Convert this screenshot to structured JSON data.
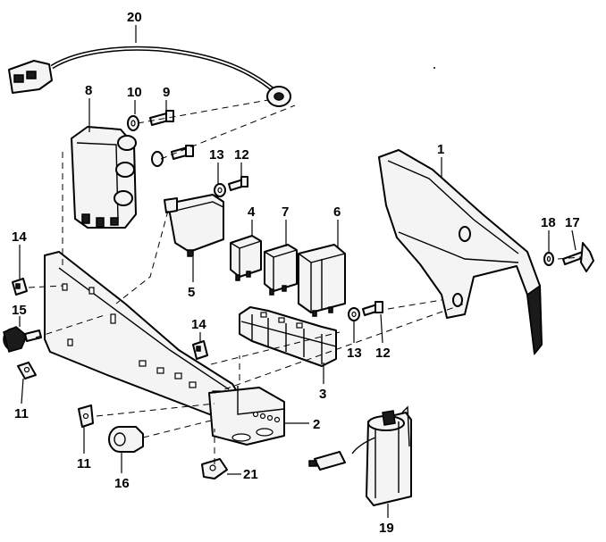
{
  "diagram": {
    "callouts": {
      "c1": "1",
      "c2": "2",
      "c3": "3",
      "c4": "4",
      "c5": "5",
      "c6": "6",
      "c7": "7",
      "c8": "8",
      "c9": "9",
      "c10": "10",
      "c11a": "11",
      "c11b": "11",
      "c12a": "12",
      "c12b": "12",
      "c13a": "13",
      "c13b": "13",
      "c14a": "14",
      "c14b": "14",
      "c15": "15",
      "c16": "16",
      "c17": "17",
      "c18": "18",
      "c19": "19",
      "c20": "20",
      "c21": "21"
    }
  }
}
